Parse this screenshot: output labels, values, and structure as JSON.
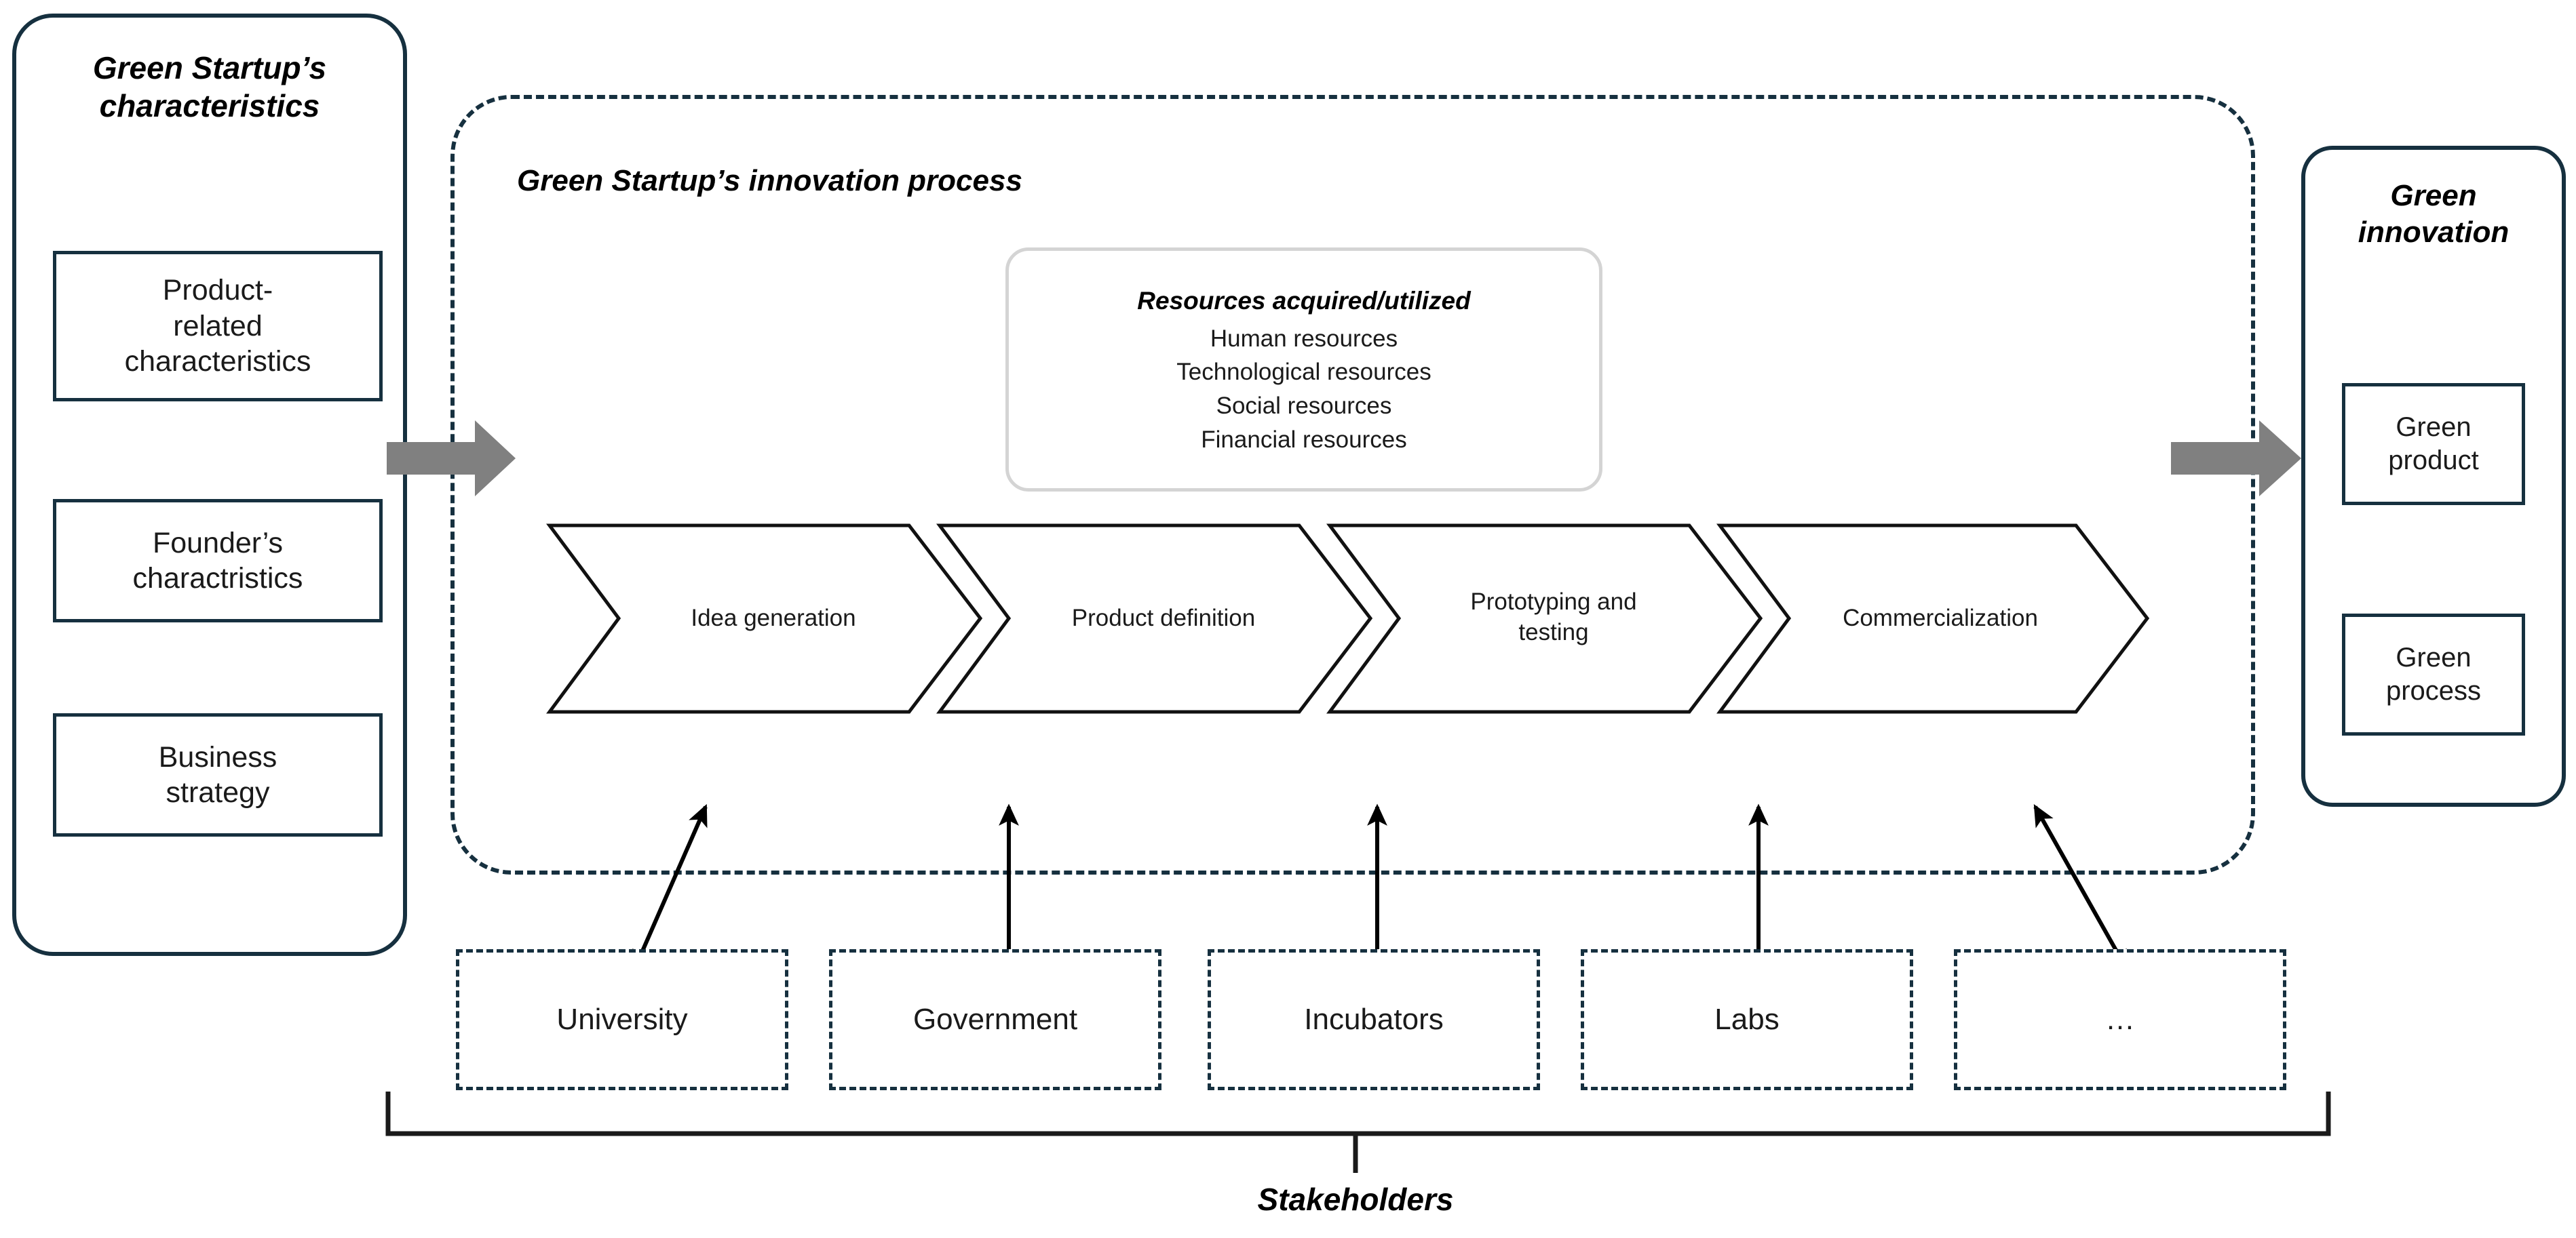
{
  "diagram": {
    "left_panel": {
      "title": "Green Startup’s\ncharacteristics",
      "items": [
        {
          "label": "Product-\nrelated\ncharacteristics"
        },
        {
          "label": "Founder’s\ncharactristics"
        },
        {
          "label": "Business\nstrategy"
        }
      ]
    },
    "center_panel": {
      "title": "Green Startup’s innovation process",
      "resources": {
        "title": "Resources acquired/utilized",
        "items": [
          "Human resources",
          "Technological resources",
          "Social resources",
          "Financial resources"
        ]
      },
      "process_steps": [
        {
          "label": "Idea generation"
        },
        {
          "label": "Product definition"
        },
        {
          "label": "Prototyping and\ntesting"
        },
        {
          "label": "Commercialization"
        }
      ]
    },
    "right_panel": {
      "title": "Green\ninnovation",
      "items": [
        {
          "label": "Green\nproduct"
        },
        {
          "label": "Green\nprocess"
        }
      ]
    },
    "stakeholders": {
      "caption": "Stakeholders",
      "items": [
        {
          "label": "University"
        },
        {
          "label": "Government"
        },
        {
          "label": "Incubators"
        },
        {
          "label": "Labs"
        },
        {
          "label": "…"
        }
      ]
    },
    "connectors": {
      "input_arrow": "grey-block-arrow-right",
      "output_arrow": "grey-block-arrow-right",
      "stakeholder_links": "double-headed-arrow"
    },
    "colors": {
      "navy": "#16303f",
      "grey_arrow": "#808080",
      "resource_border": "#d4d4d4",
      "text": "#1a1a1a",
      "chevron_stroke": "#0d0d0d"
    }
  }
}
